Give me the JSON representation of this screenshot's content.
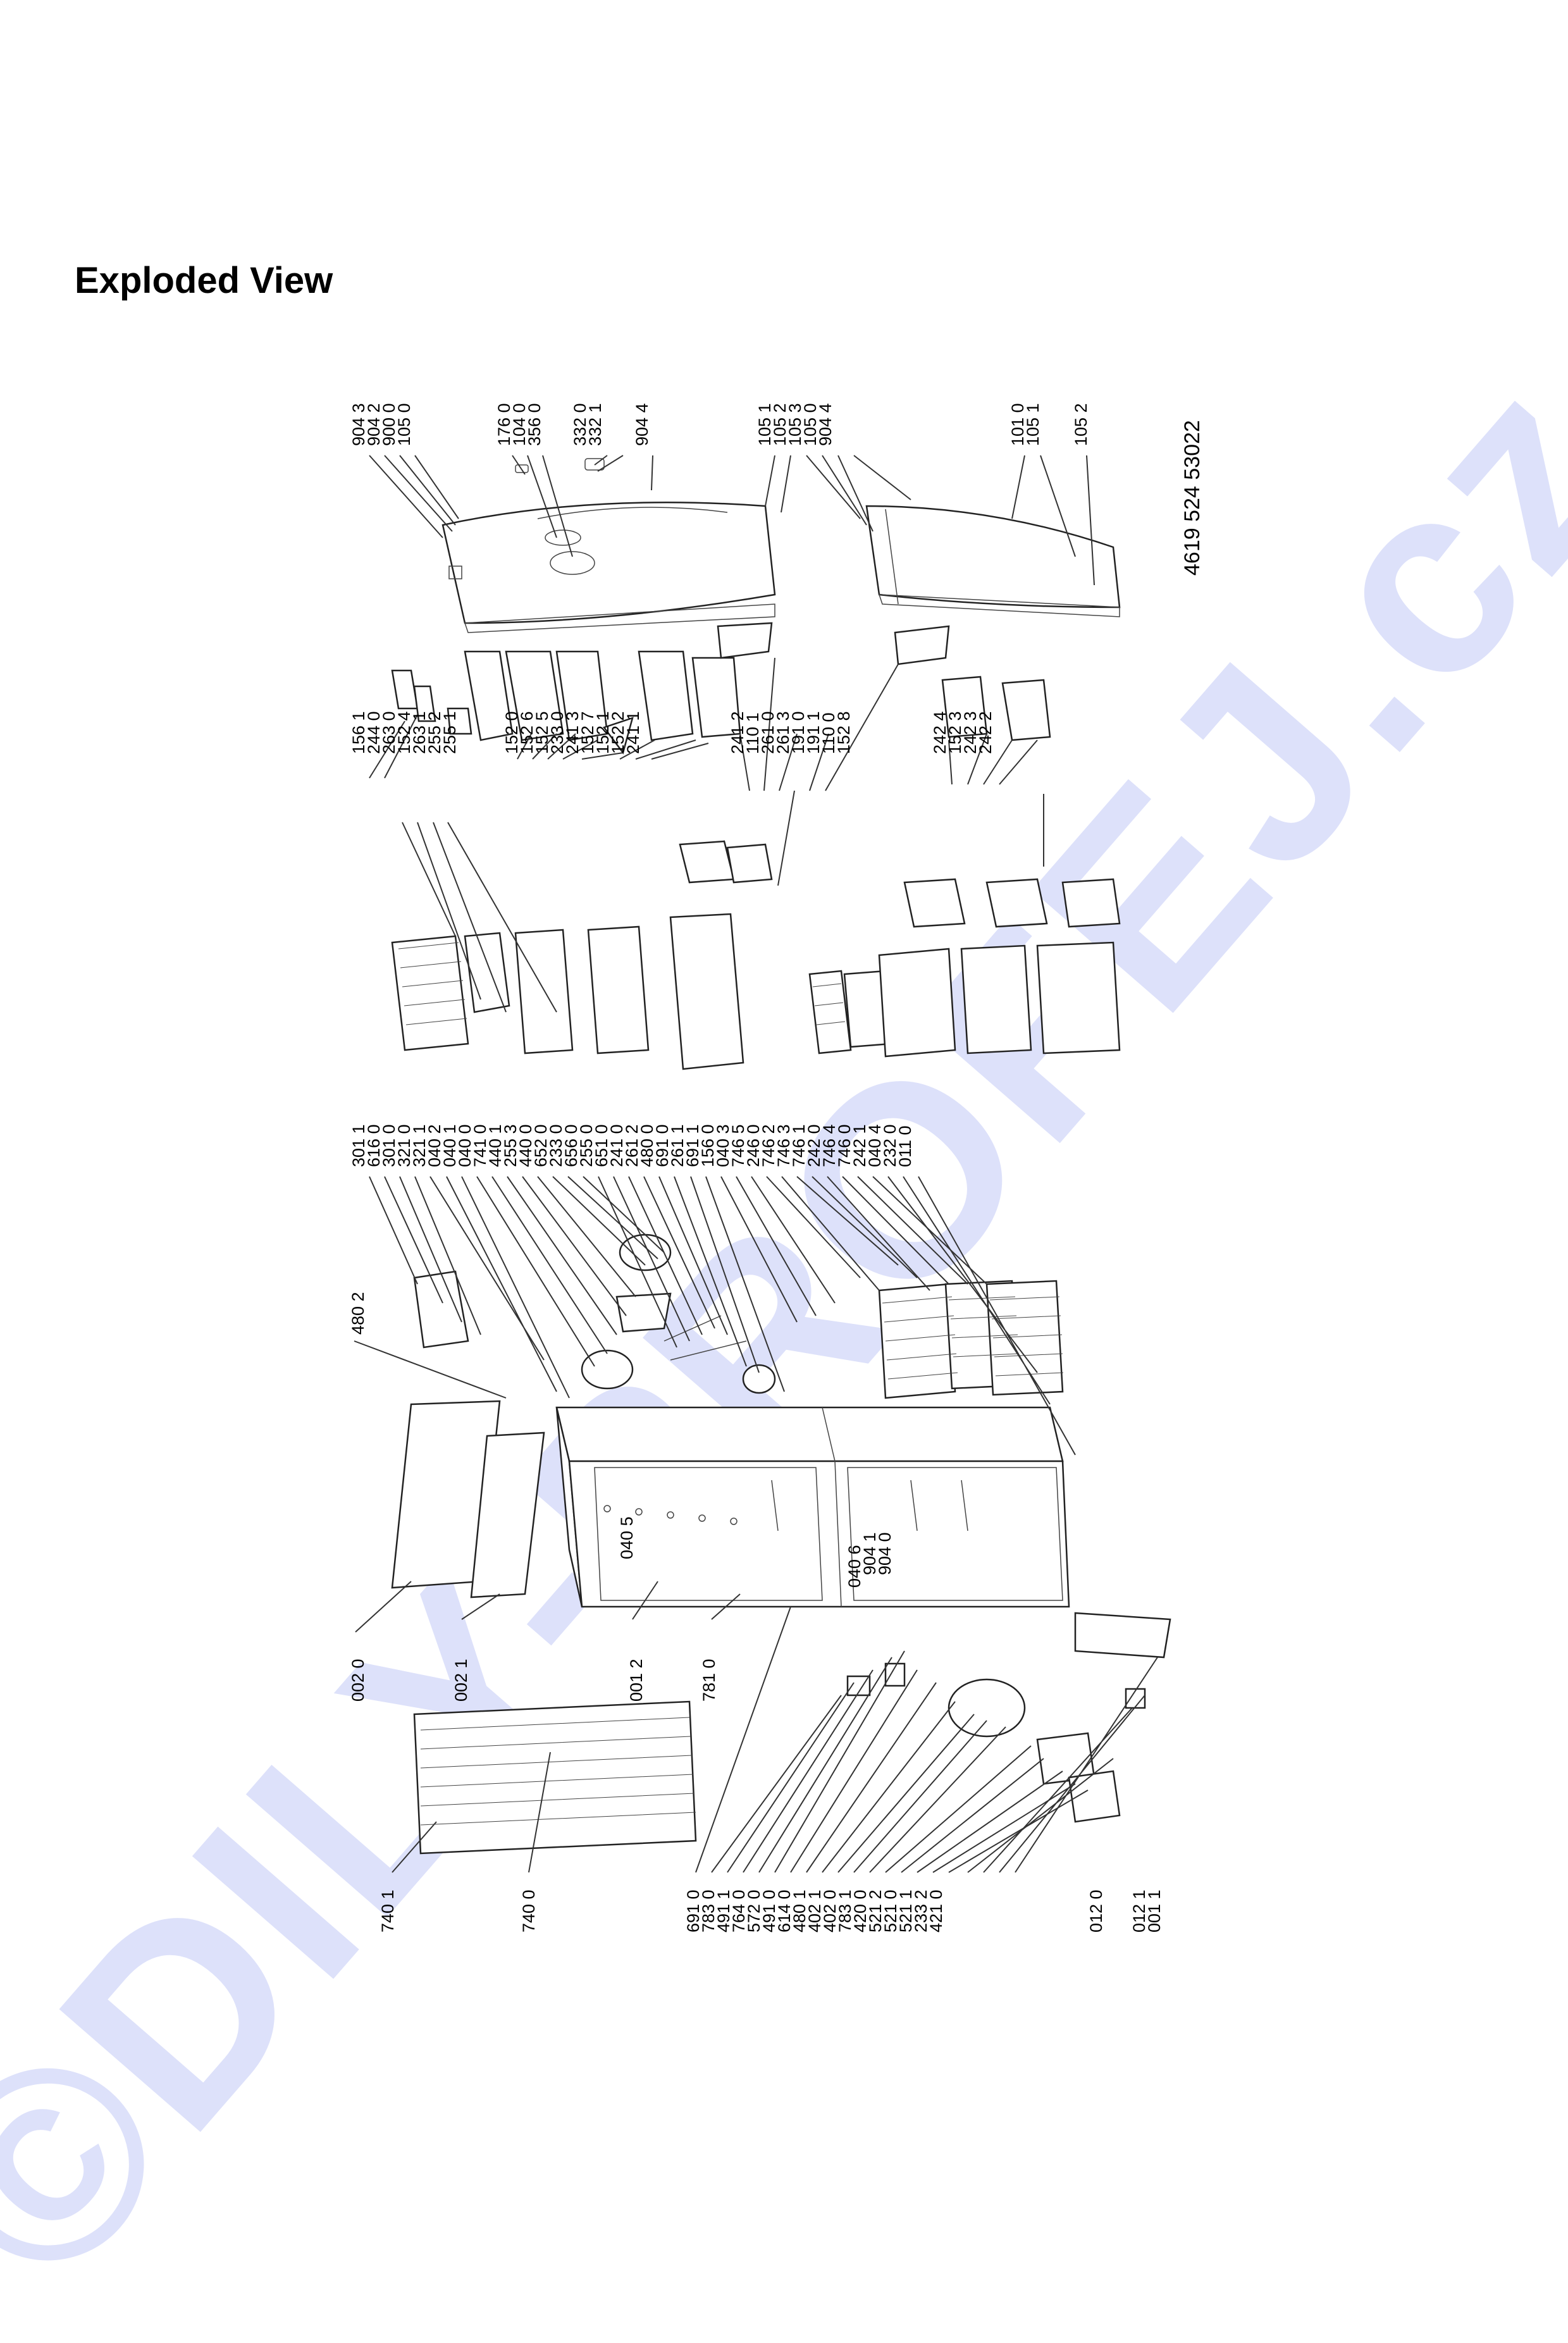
{
  "title": "Exploded View",
  "watermark": "©DILY-PROFEJ.cz",
  "document_code": "4619 524 53022",
  "columns": {
    "top": [
      "904 3",
      "904 2",
      "900 0",
      "105 0",
      "176 0",
      "104 0",
      "356 0",
      "332 0",
      "332 1",
      "904 4",
      "105 1",
      "105 2",
      "105 3",
      "105 0",
      "904 4",
      "101 0",
      "105 1",
      "105 2"
    ],
    "shelves": [
      "156 1",
      "244 0",
      "263 0",
      "152 4",
      "263 1",
      "255 2",
      "255 1",
      "152 0",
      "152 6",
      "152 5",
      "233 0",
      "241 3",
      "152 7",
      "152 1",
      "152 2",
      "241 1",
      "241 2",
      "110 1",
      "261 0",
      "261 3",
      "191 0",
      "191 1",
      "110 0",
      "152 8",
      "242 4",
      "152 3",
      "242 3",
      "242 2"
    ],
    "middle": [
      "301 1",
      "616 0",
      "301 0",
      "321 0",
      "321 1",
      "040 2",
      "040 1",
      "040 0",
      "741 0",
      "440 1",
      "255 3",
      "440 0",
      "652 0",
      "233 0",
      "656 0",
      "255 0",
      "651 0",
      "241 0",
      "261 2",
      "480 0",
      "691 0",
      "261 1",
      "691 1",
      "156 0",
      "040 3",
      "746 5",
      "246 0",
      "746 2",
      "746 3",
      "746 1",
      "242 0",
      "746 4",
      "746 0",
      "242 1",
      "040 4",
      "232 0",
      "011 0"
    ],
    "inline": [
      "480 2",
      "040 5",
      "040 6",
      "904 1",
      "904 0"
    ],
    "bottom_left": [
      "002 0",
      "002 1",
      "001 2",
      "781 0"
    ],
    "bottom": [
      "740 1",
      "740 0",
      "691 0",
      "783 0",
      "491 1",
      "764 0",
      "572 0",
      "491 0",
      "614 0",
      "480 1",
      "402 1",
      "402 0",
      "783 1",
      "420 0",
      "521 2",
      "521 0",
      "521 1",
      "233 2",
      "421 0",
      "012 0",
      "012 1",
      "001 1"
    ]
  }
}
